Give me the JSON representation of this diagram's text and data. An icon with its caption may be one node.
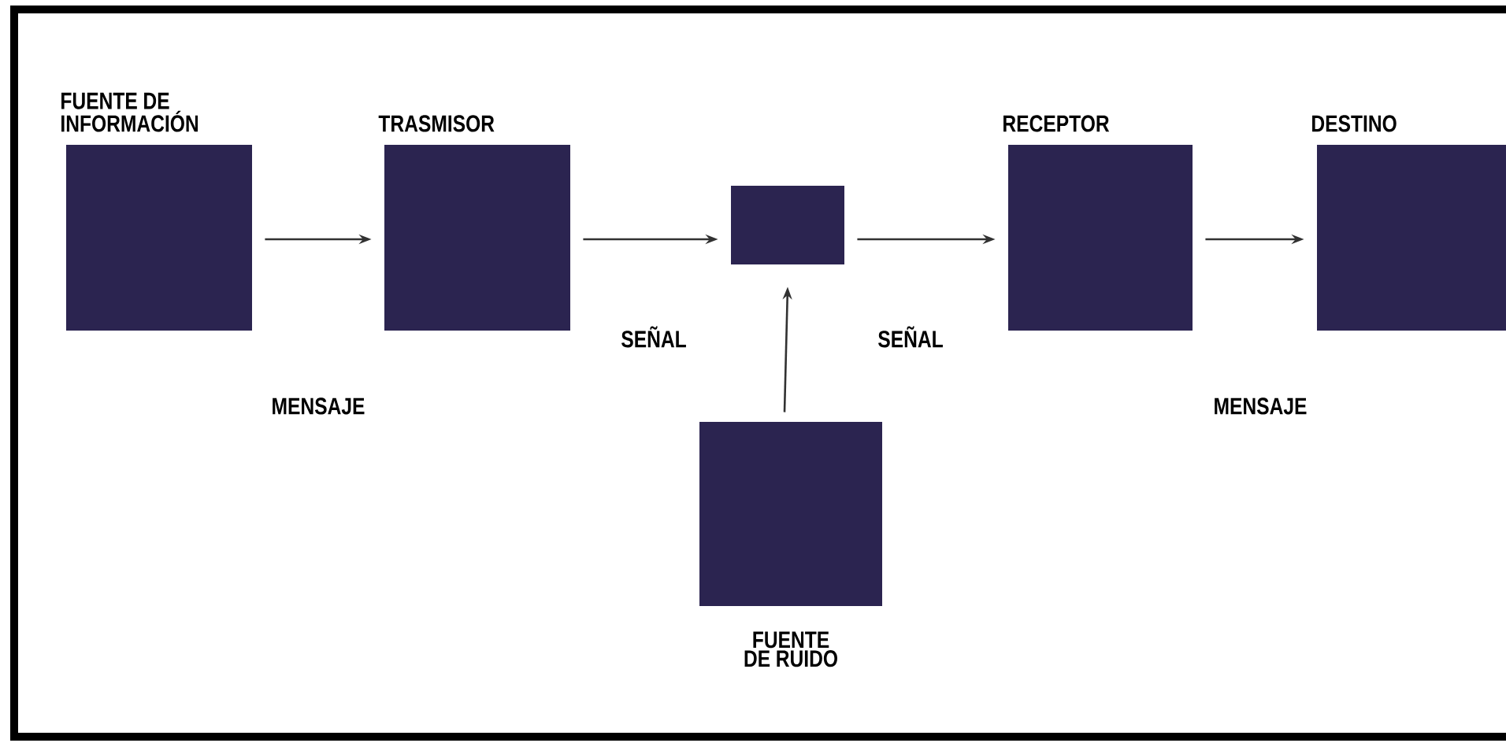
{
  "diagram": {
    "nodes": [
      {
        "text": [
          "FUENTE DE INFORMACIÓN"
        ]
      },
      {
        "text": [
          "TRASMISOR"
        ]
      },
      {
        "text": [],
        "shape": "box"
      },
      {
        "text": [
          "RECEPTOR"
        ]
      },
      {
        "text": [
          "DESTINO"
        ]
      },
      {
        "text": [
          "FUENTE DE RUIDO"
        ]
      }
    ],
    "edges": [
      {
        "from": 0,
        "to": 1,
        "arrow": "to"
      },
      {
        "from": 1,
        "to": 2,
        "arrow": "to",
        "label": "SEÑAL"
      },
      {
        "from": 2,
        "to": 3,
        "arrow": "to",
        "label": "SEÑAL"
      },
      {
        "from": 3,
        "to": 4,
        "arrow": "to"
      },
      {
        "from": 5,
        "to": 2,
        "arrow": "to"
      }
    ],
    "labels": [
      "MENSAJE",
      "MENSAJE"
    ]
  }
}
